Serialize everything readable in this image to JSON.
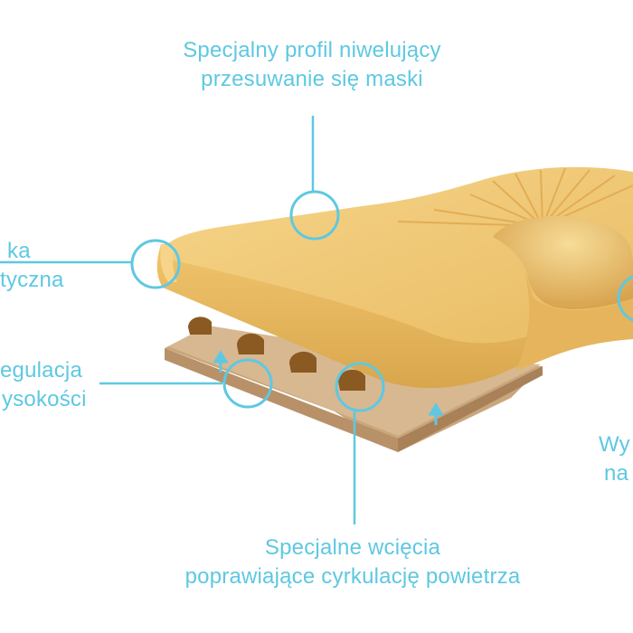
{
  "annotations": {
    "top_profile": {
      "line1": "Specjalny profil niwelujący",
      "line2": "przesuwanie się maski"
    },
    "left_upper": {
      "line1": "ka",
      "line2": "tyczna"
    },
    "left_lower": {
      "line1": "egulacja",
      "line2": "ysokości"
    },
    "right": {
      "line1": "Wy",
      "line2": "na"
    },
    "bottom_cuts": {
      "line1": "Specjalne wcięcia",
      "line2": "poprawiające cyrkulację powietrza"
    }
  },
  "colors": {
    "callout": "#5ec8e2",
    "foam_top": "#f2c873",
    "foam_side": "#e3b35a",
    "base": "#d7b891"
  }
}
